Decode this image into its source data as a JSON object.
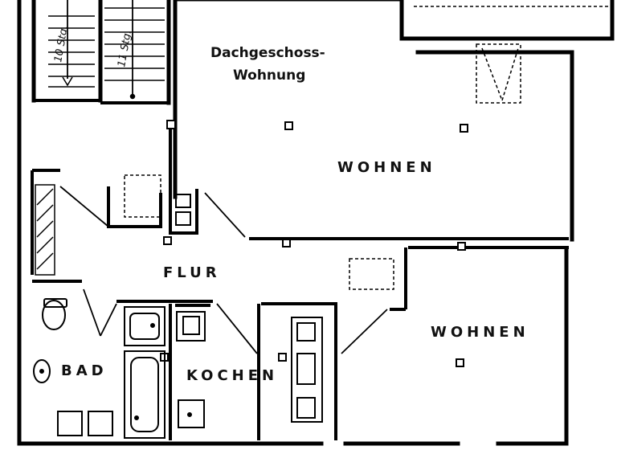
{
  "plan": {
    "title_line1": "Dachgeschoss-",
    "title_line2": "Wohnung",
    "rooms": {
      "living_top": "WOHNEN",
      "living_bottom": "WOHNEN",
      "hall": "FLUR",
      "bath": "BAD",
      "kitchen": "KOCHEN"
    },
    "stairs": {
      "left": "10 Stg.",
      "right": "11 Stg."
    }
  }
}
